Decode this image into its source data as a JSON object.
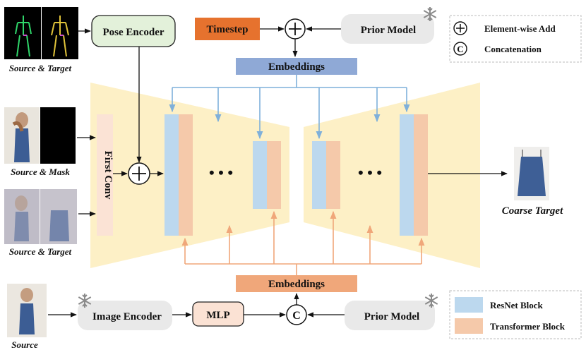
{
  "title": "",
  "colors": {
    "resnet": "#bcd8ee",
    "transformer": "#f5c9aa",
    "unet_bg": "#fdf0c6",
    "pose_box": "#e3f1da",
    "timestep_box": "#e6722e",
    "embeddings_top": "#8fa9d6",
    "embeddings_bottom": "#f0a77a",
    "prior_box": "#e9e9e9",
    "mlp_box": "#fbe2d4",
    "arrow_blue": "#7fb0da",
    "arrow_orange": "#f0a77a"
  },
  "inputs": {
    "source_target_pose": "Source & Target",
    "source_mask": "Source & Mask",
    "source_target_noisy": "Source & Target",
    "source": "Source"
  },
  "blocks": {
    "pose_encoder": "Pose Encoder",
    "timestep": "Timestep",
    "prior_model_top": "Prior Model",
    "embeddings_top": "Embeddings",
    "first_conv": "First Conv",
    "embeddings_bottom": "Embeddings",
    "image_encoder": "Image Encoder",
    "mlp": "MLP",
    "prior_model_bottom": "Prior Model",
    "concat_symbol": "C",
    "dots_left": "• • •",
    "dots_right": "• • •"
  },
  "output": {
    "label": "Coarse Target"
  },
  "legend_top": {
    "items": [
      {
        "symbol": "add-icon",
        "label": "Element-wise Add"
      },
      {
        "symbol": "concat-icon",
        "symbol_text": "C",
        "label": "Concatenation"
      }
    ]
  },
  "legend_bottom": {
    "items": [
      {
        "color": "#bcd8ee",
        "label": "ResNet Block"
      },
      {
        "color": "#f5c9aa",
        "label": "Transformer Block"
      }
    ]
  }
}
